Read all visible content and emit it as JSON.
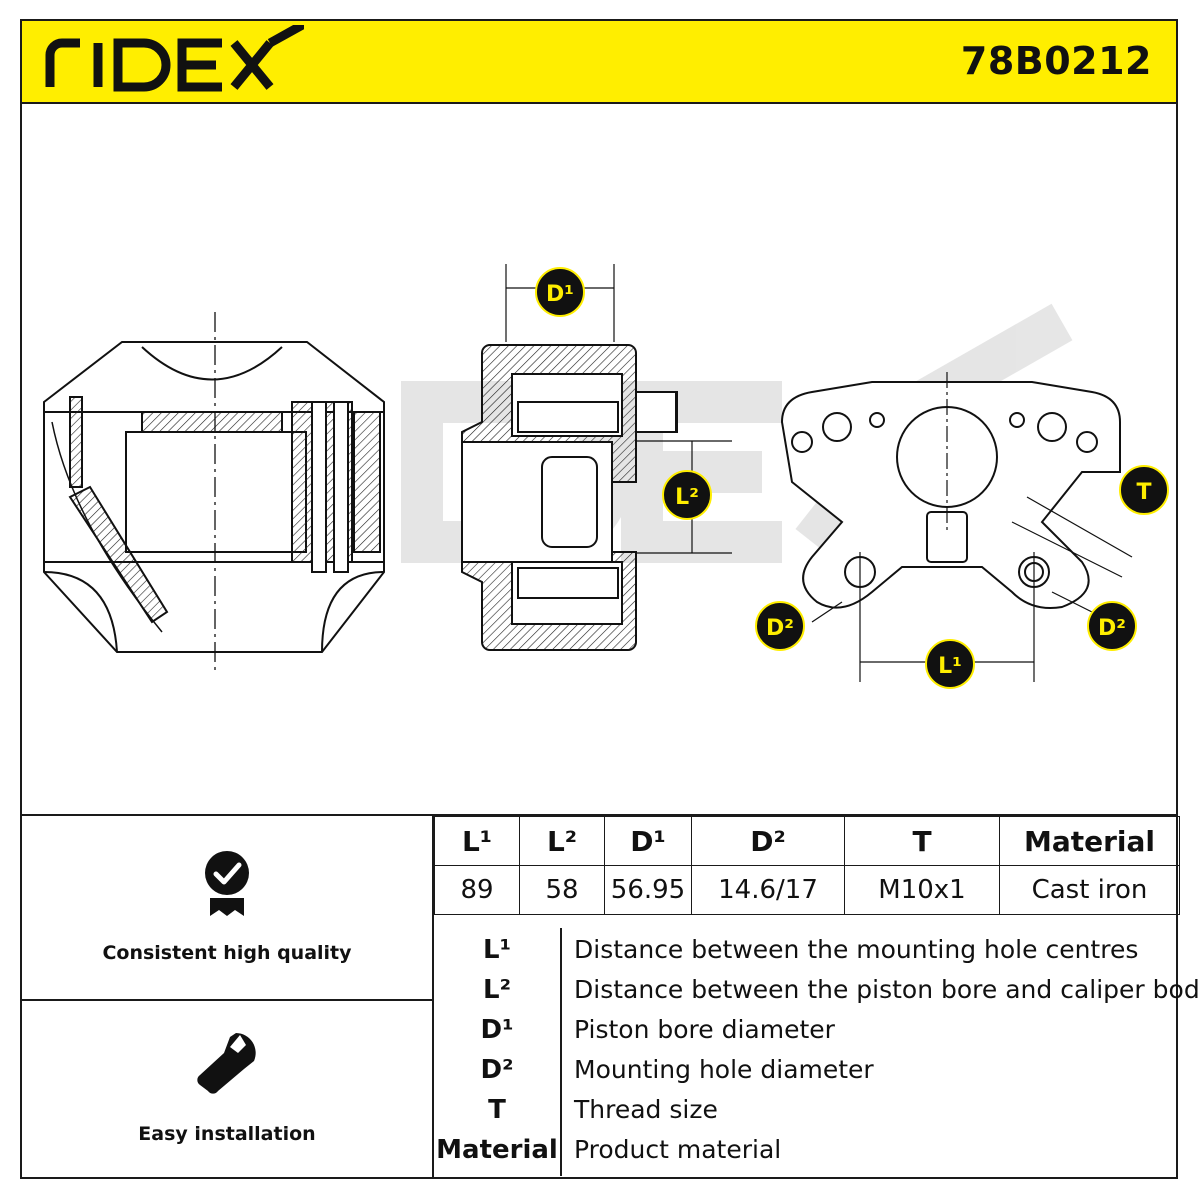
{
  "header": {
    "brand": "RIDEX",
    "part_number": "78B0212",
    "brand_color": "#ffee00"
  },
  "drawing": {
    "watermark": "RIDEX",
    "callouts": {
      "d1": "D¹",
      "l2": "L²",
      "t": "T",
      "d2_left": "D²",
      "d2_right": "D²",
      "l1": "L¹"
    }
  },
  "features": [
    {
      "label": "Consistent high quality",
      "icon": "quality-badge-icon"
    },
    {
      "label": "Easy installation",
      "icon": "wrench-icon"
    }
  ],
  "spec_table": {
    "headers": [
      "L¹",
      "L²",
      "D¹",
      "D²",
      "T",
      "Material"
    ],
    "values": [
      "89",
      "58",
      "56.95",
      "14.6/17",
      "M10x1",
      "Cast iron"
    ]
  },
  "legend": [
    {
      "key": "L¹",
      "desc": "Distance between the mounting hole centres"
    },
    {
      "key": "L²",
      "desc": "Distance between the piston bore and caliper body"
    },
    {
      "key": "D¹",
      "desc": "Piston bore diameter"
    },
    {
      "key": "D²",
      "desc": "Mounting hole diameter"
    },
    {
      "key": "T",
      "desc": "Thread size"
    },
    {
      "key": "Material",
      "desc": "Product material"
    }
  ]
}
